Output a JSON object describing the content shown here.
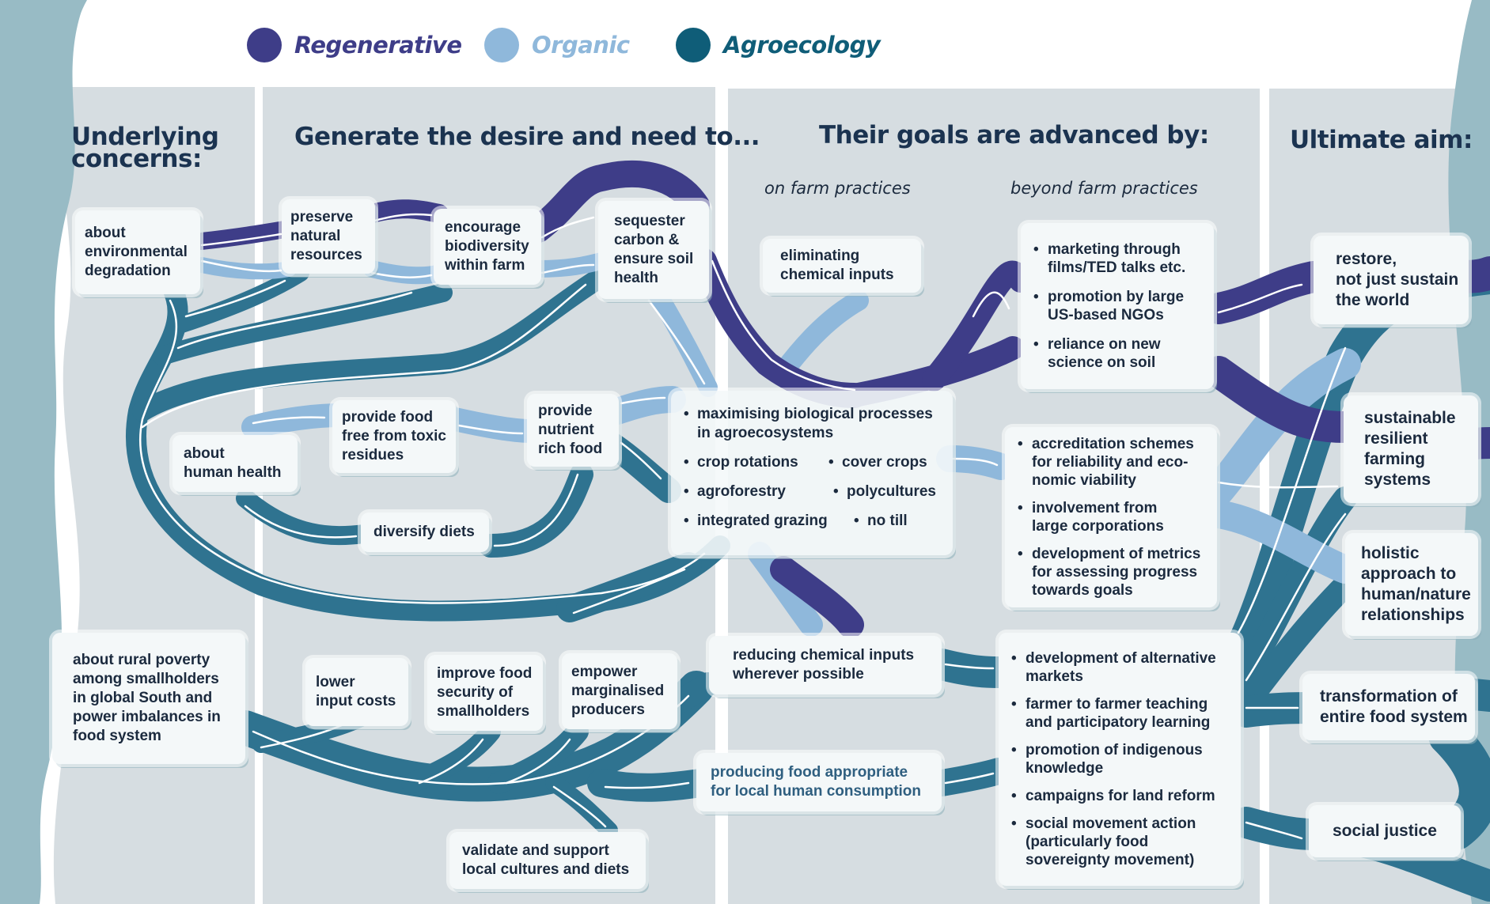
{
  "colors": {
    "regenerative": "#3e3d88",
    "organic": "#8fb8db",
    "agroecology": "#2f7390",
    "panel": "#d6dde1",
    "box": "#f4f8f9",
    "text": "#1b2a3e",
    "heading": "#1b3350"
  },
  "legend": [
    {
      "label": "Regenerative",
      "color": "#3e3d88"
    },
    {
      "label": "Organic",
      "color": "#8fb8db"
    },
    {
      "label": "Agroecology",
      "color": "#2f7390"
    }
  ],
  "headings": {
    "concerns_line1": "Underlying",
    "concerns_line2": "concerns:",
    "desire": "Generate the desire and need to...",
    "goals": "Their goals are advanced by:",
    "aim": "Ultimate aim:",
    "on_farm": "on farm practices",
    "beyond_farm": "beyond farm practices"
  },
  "concerns": {
    "environment": [
      "about",
      "environmental",
      "degradation"
    ],
    "health": [
      "about",
      "human health"
    ],
    "poverty": [
      "about rural poverty",
      "among smallholders",
      "in global South and",
      "power imbalances in",
      "food system"
    ]
  },
  "desires": {
    "preserve": [
      "preserve",
      "natural",
      "resources"
    ],
    "biodiversity": [
      "encourage",
      "biodiversity",
      "within farm"
    ],
    "sequester": [
      "sequester",
      "carbon &",
      "ensure soil",
      "health"
    ],
    "toxic_free": [
      "provide food",
      "free from toxic",
      "residues"
    ],
    "nutrient": [
      "provide",
      "nutrient",
      "rich food"
    ],
    "diversify": [
      "diversify diets"
    ],
    "lower_costs": [
      "lower",
      "input costs"
    ],
    "food_security": [
      "improve food",
      "security of",
      "smallholders"
    ],
    "empower": [
      "empower",
      "marginalised",
      "producers"
    ],
    "validate": [
      "validate and support",
      "local cultures and diets"
    ]
  },
  "on_farm": {
    "eliminating": [
      "eliminating",
      "chemical inputs"
    ],
    "practices_main": [
      "maximising biological processes",
      "in agroecosystems"
    ],
    "practices_pairs": [
      [
        "crop rotations",
        "cover crops"
      ],
      [
        "agroforestry",
        "polycultures"
      ],
      [
        "integrated grazing",
        "no till"
      ]
    ],
    "reducing": [
      "reducing chemical inputs",
      "wherever possible"
    ],
    "producing": [
      "producing food appropriate",
      "for local human consumption"
    ]
  },
  "beyond_farm": {
    "regenerative": [
      [
        "marketing through",
        "films/TED talks etc."
      ],
      [
        "promotion by large",
        "US-based NGOs"
      ],
      [
        "reliance on new",
        "science on soil"
      ]
    ],
    "organic": [
      [
        "accreditation schemes",
        "for reliability and eco-",
        "nomic viability"
      ],
      [
        "involvement from",
        "large corporations"
      ],
      [
        "development of metrics",
        "for assessing progress",
        "towards goals"
      ]
    ],
    "agroecology": [
      [
        "development of alternative",
        "markets"
      ],
      [
        "farmer to farmer teaching",
        "and participatory learning"
      ],
      [
        "promotion of indigenous",
        "knowledge"
      ],
      [
        "campaigns for land reform"
      ],
      [
        "social movement action",
        "(particularly food",
        "sovereignty movement)"
      ]
    ]
  },
  "aims": {
    "restore": [
      "restore,",
      "not just sustain",
      "the world"
    ],
    "resilient": [
      "sustainable",
      "resilient",
      "farming",
      "systems"
    ],
    "holistic": [
      "holistic",
      "approach to",
      "human/nature",
      "relationships"
    ],
    "transformation": [
      "transformation of",
      "entire food system"
    ],
    "justice": [
      "social justice"
    ]
  }
}
